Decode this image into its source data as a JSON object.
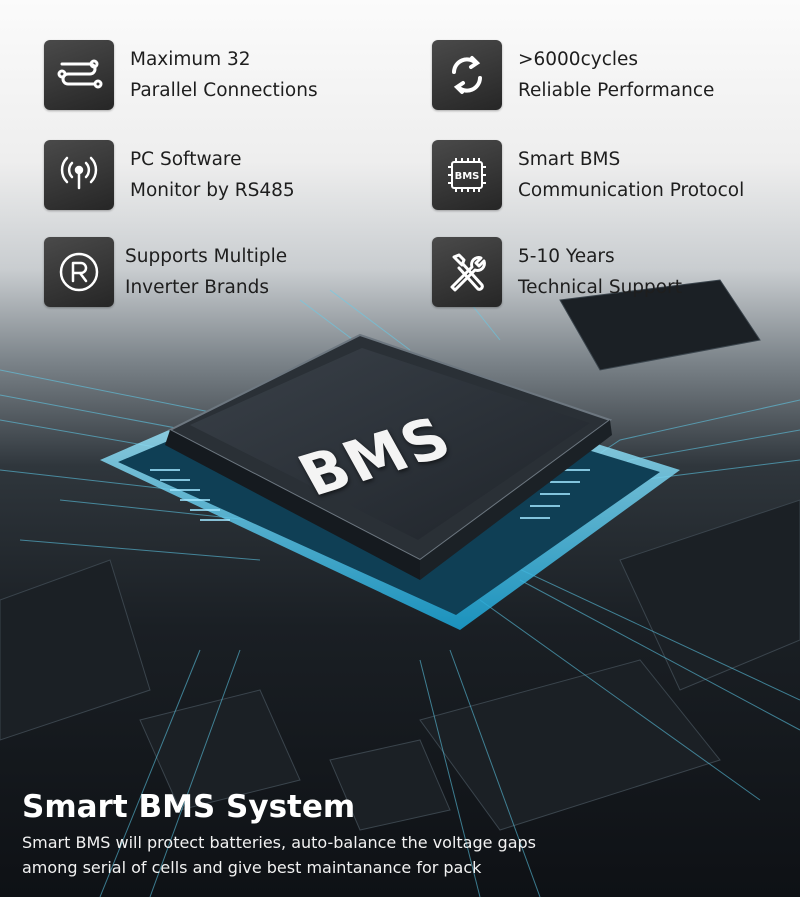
{
  "features": [
    {
      "icon": "parallel-connections-icon",
      "line1": "Maximum 32",
      "line2": "Parallel Connections"
    },
    {
      "icon": "cycle-arrows-icon",
      "line1": ">6000cycles",
      "line2": "Reliable Performance"
    },
    {
      "icon": "rs485-signal-icon",
      "line1": "PC Software",
      "line2": "Monitor by RS485"
    },
    {
      "icon": "bms-chip-icon",
      "icon_text": "BMS",
      "line1": "Smart BMS",
      "line2": "Communication Protocol"
    },
    {
      "icon": "registered-icon",
      "line1": "Supports Multiple",
      "line2": "Inverter Brands"
    },
    {
      "icon": "tools-icon",
      "line1": "5-10 Years",
      "line2": "Technical Support"
    }
  ],
  "chip": {
    "label": "BMS"
  },
  "footer": {
    "title": "Smart BMS System",
    "desc_line1": "Smart BMS will protect batteries, auto-balance the voltage gaps",
    "desc_line2": "among serial of cells and give best maintanance for pack"
  },
  "colors": {
    "accent_cyan": "#35d6ff",
    "icon_tile": "#333333",
    "text_dark": "#1e1e1e"
  }
}
